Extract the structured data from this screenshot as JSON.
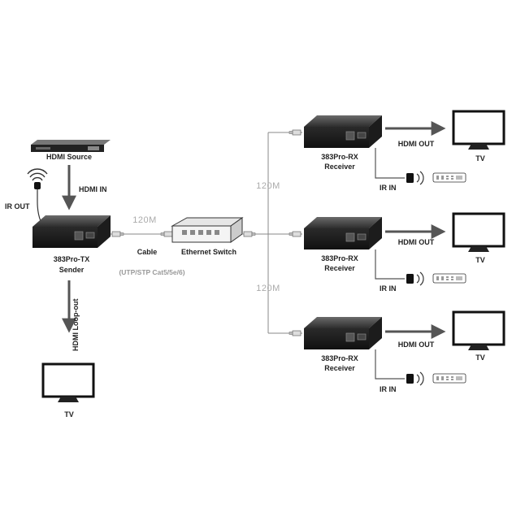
{
  "source": {
    "label": "HDMI Source"
  },
  "hdmi_in": {
    "label": "HDMI IN"
  },
  "ir_out": {
    "label": "IR OUT"
  },
  "sender": {
    "model": "383Pro-TX",
    "role": "Sender"
  },
  "loop_out": {
    "label": "HDMI Loop-out"
  },
  "local_tv": {
    "label": "TV"
  },
  "cable": {
    "distance": "120M",
    "label": "Cable",
    "spec": "(UTP/STP Cat5/5e/6)"
  },
  "switch": {
    "label": "Ethernet Switch"
  },
  "receivers": [
    {
      "distance": "120M",
      "model": "383Pro-RX",
      "role": "Receiver",
      "hdmi_out": "HDMI OUT",
      "ir_in": "IR IN",
      "tv": "TV"
    },
    {
      "distance": "120M",
      "model": "383Pro-RX",
      "role": "Receiver",
      "hdmi_out": "HDMI OUT",
      "ir_in": "IR IN",
      "tv": "TV"
    },
    {
      "distance": "",
      "model": "383Pro-RX",
      "role": "Receiver",
      "hdmi_out": "HDMI OUT",
      "ir_in": "IR IN",
      "tv": "TV"
    }
  ]
}
